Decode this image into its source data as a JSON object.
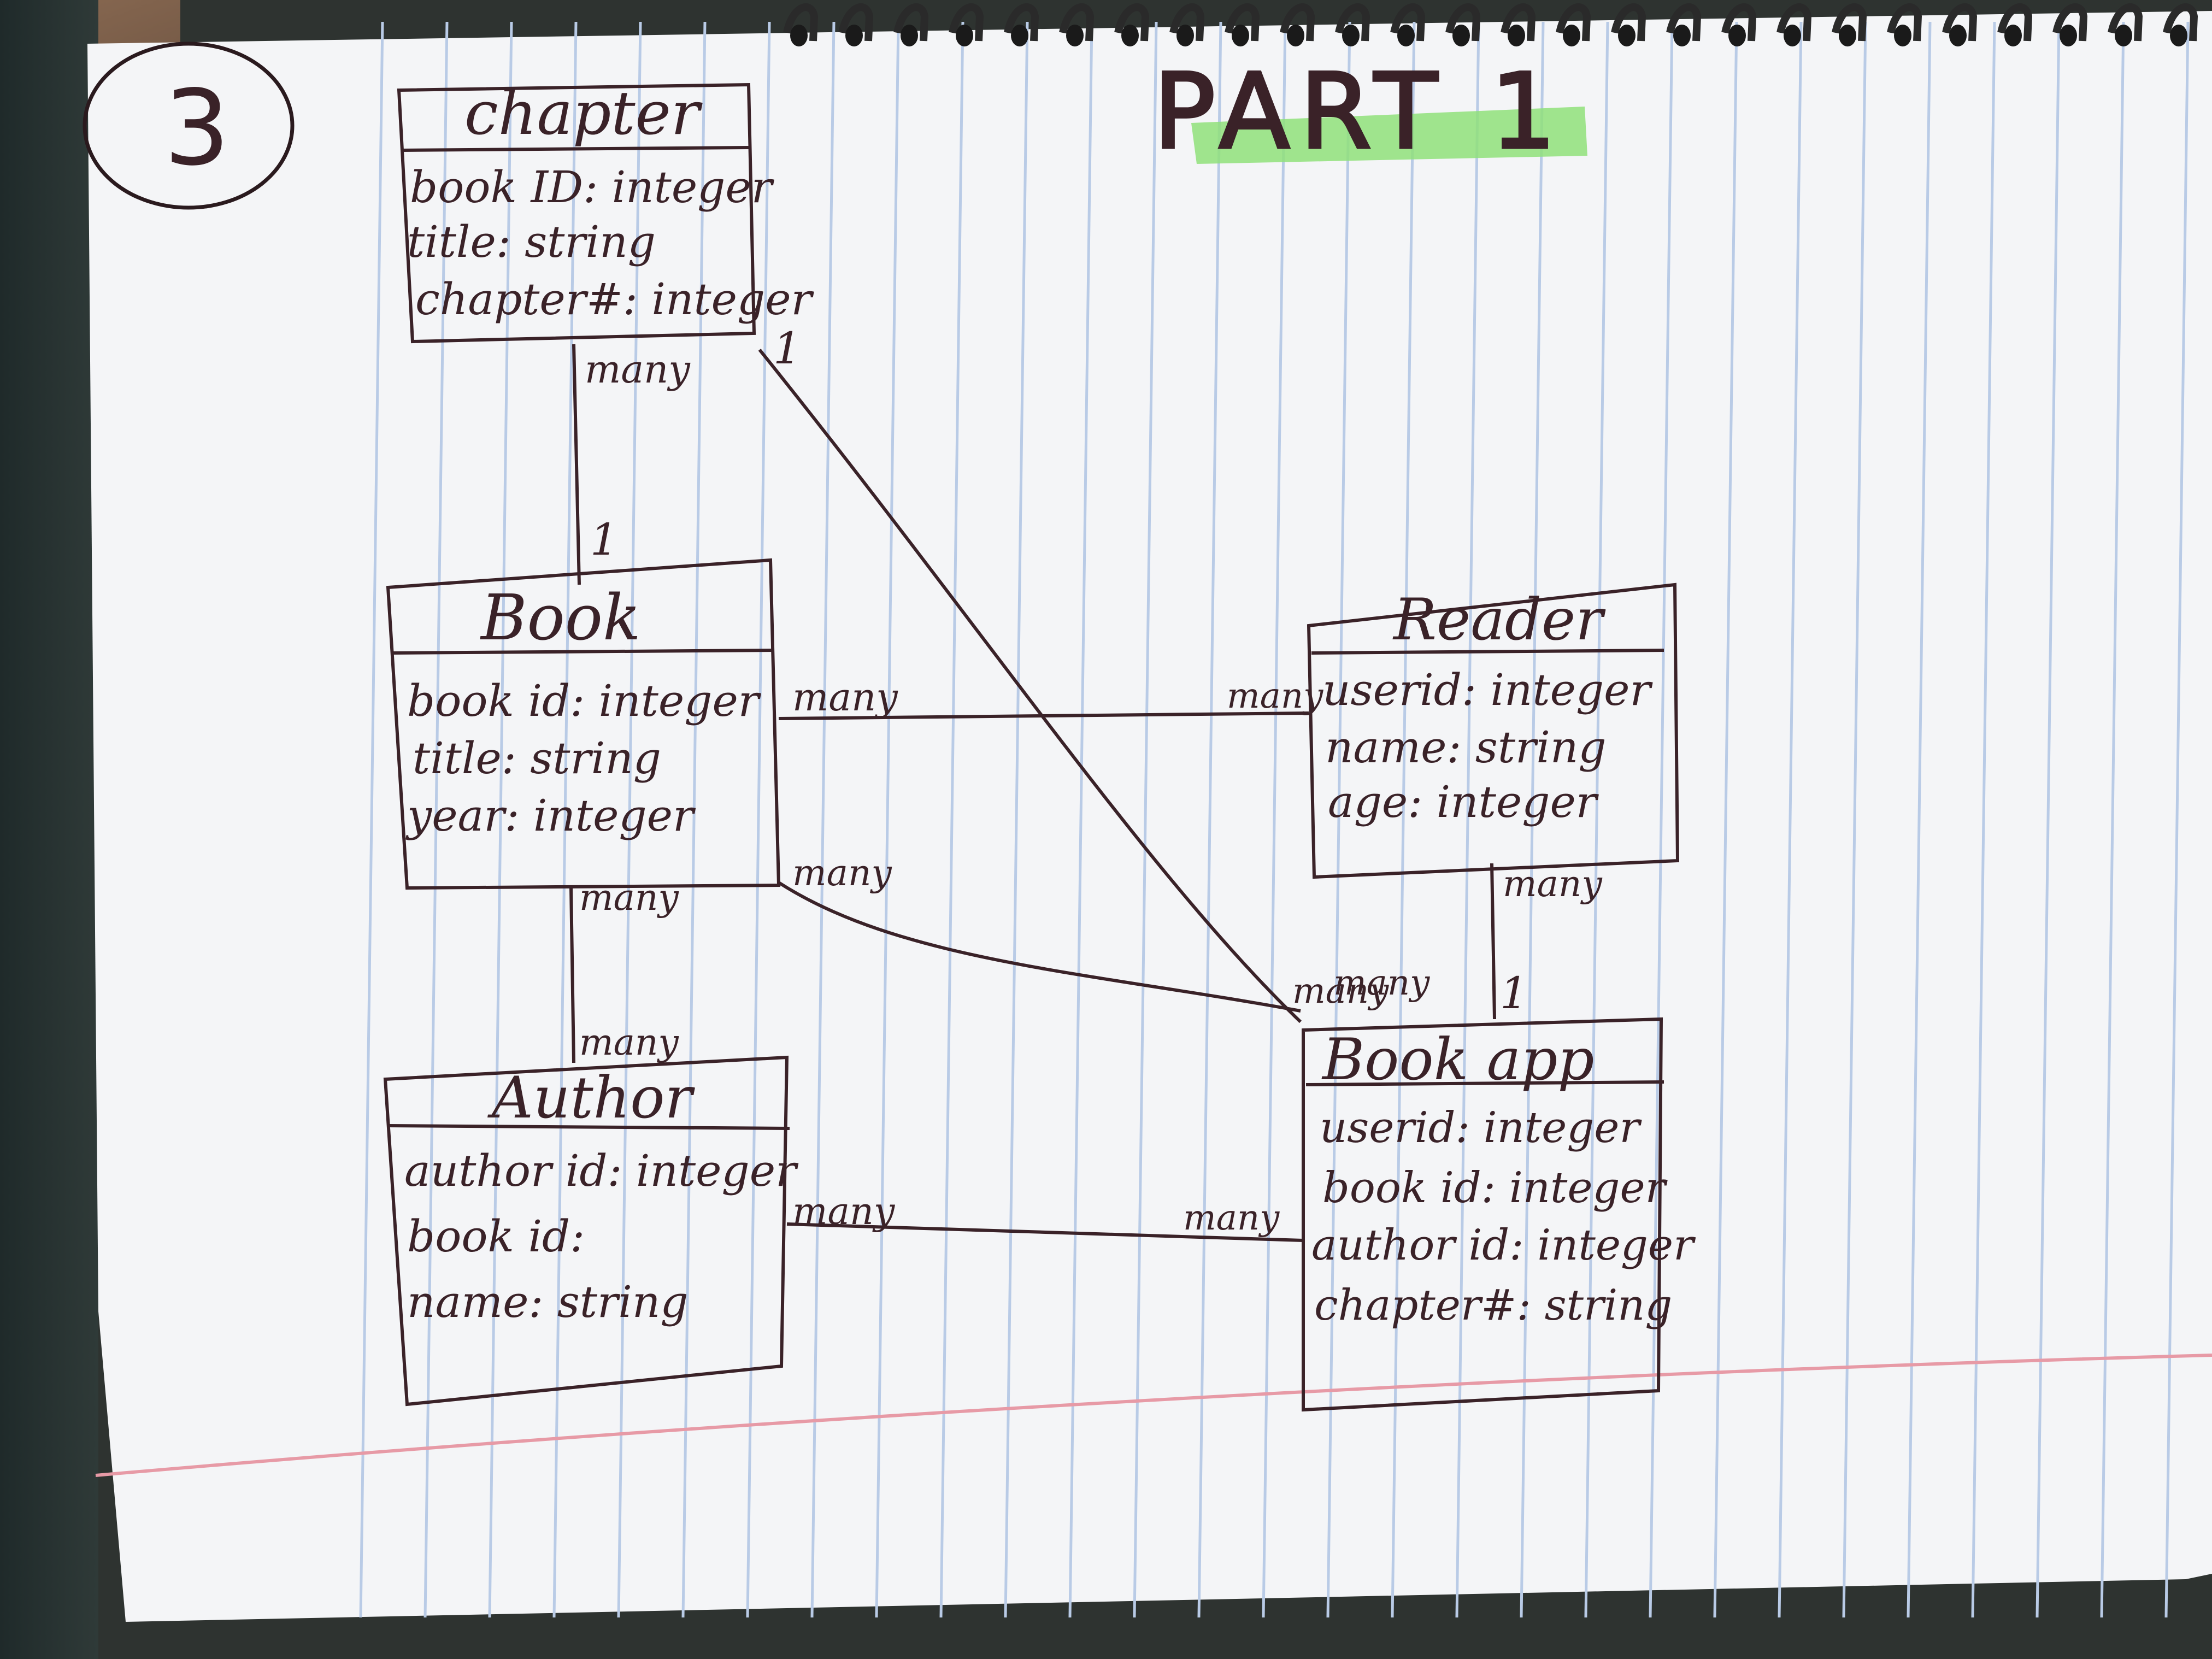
{
  "page": {
    "number": "3",
    "heading": "PART 1",
    "heading_highlight": "#8fe07a",
    "ink": "#3a2228",
    "paper": "#f4f5f7",
    "rule_blue": "#b9cbe6",
    "margin_red": "#e79aa6"
  },
  "entities": {
    "chapter": {
      "name": "chapter",
      "attrs": [
        "book ID: integer",
        "title: string",
        "chapter#: integer"
      ]
    },
    "book": {
      "name": "Book",
      "attrs": [
        "book id: integer",
        "title: string",
        "year: integer"
      ]
    },
    "reader": {
      "name": "Reader",
      "attrs": [
        "userid: integer",
        "name: string",
        "age: integer"
      ]
    },
    "author": {
      "name": "Author",
      "attrs": [
        "author id: integer",
        "book id:",
        "name: string"
      ]
    },
    "bookapp": {
      "name": "Book app",
      "attrs": [
        "userid: integer",
        "book id: integer",
        "author id: integer",
        "chapter#: string"
      ]
    }
  },
  "relationships": {
    "chapter_book": {
      "from_label": "many",
      "to_label": "1"
    },
    "chapter_bookapp": {
      "from_label": "1",
      "to_label": "many"
    },
    "book_reader": {
      "from_label": "many",
      "to_label": "many"
    },
    "book_bookapp": {
      "from_label": "many",
      "to_label": "many"
    },
    "book_author": {
      "from_label": "many",
      "to_label": "many"
    },
    "reader_bookapp": {
      "from_label": "many",
      "to_label": "1"
    },
    "author_bookapp": {
      "from_label": "many",
      "to_label": "many"
    }
  }
}
